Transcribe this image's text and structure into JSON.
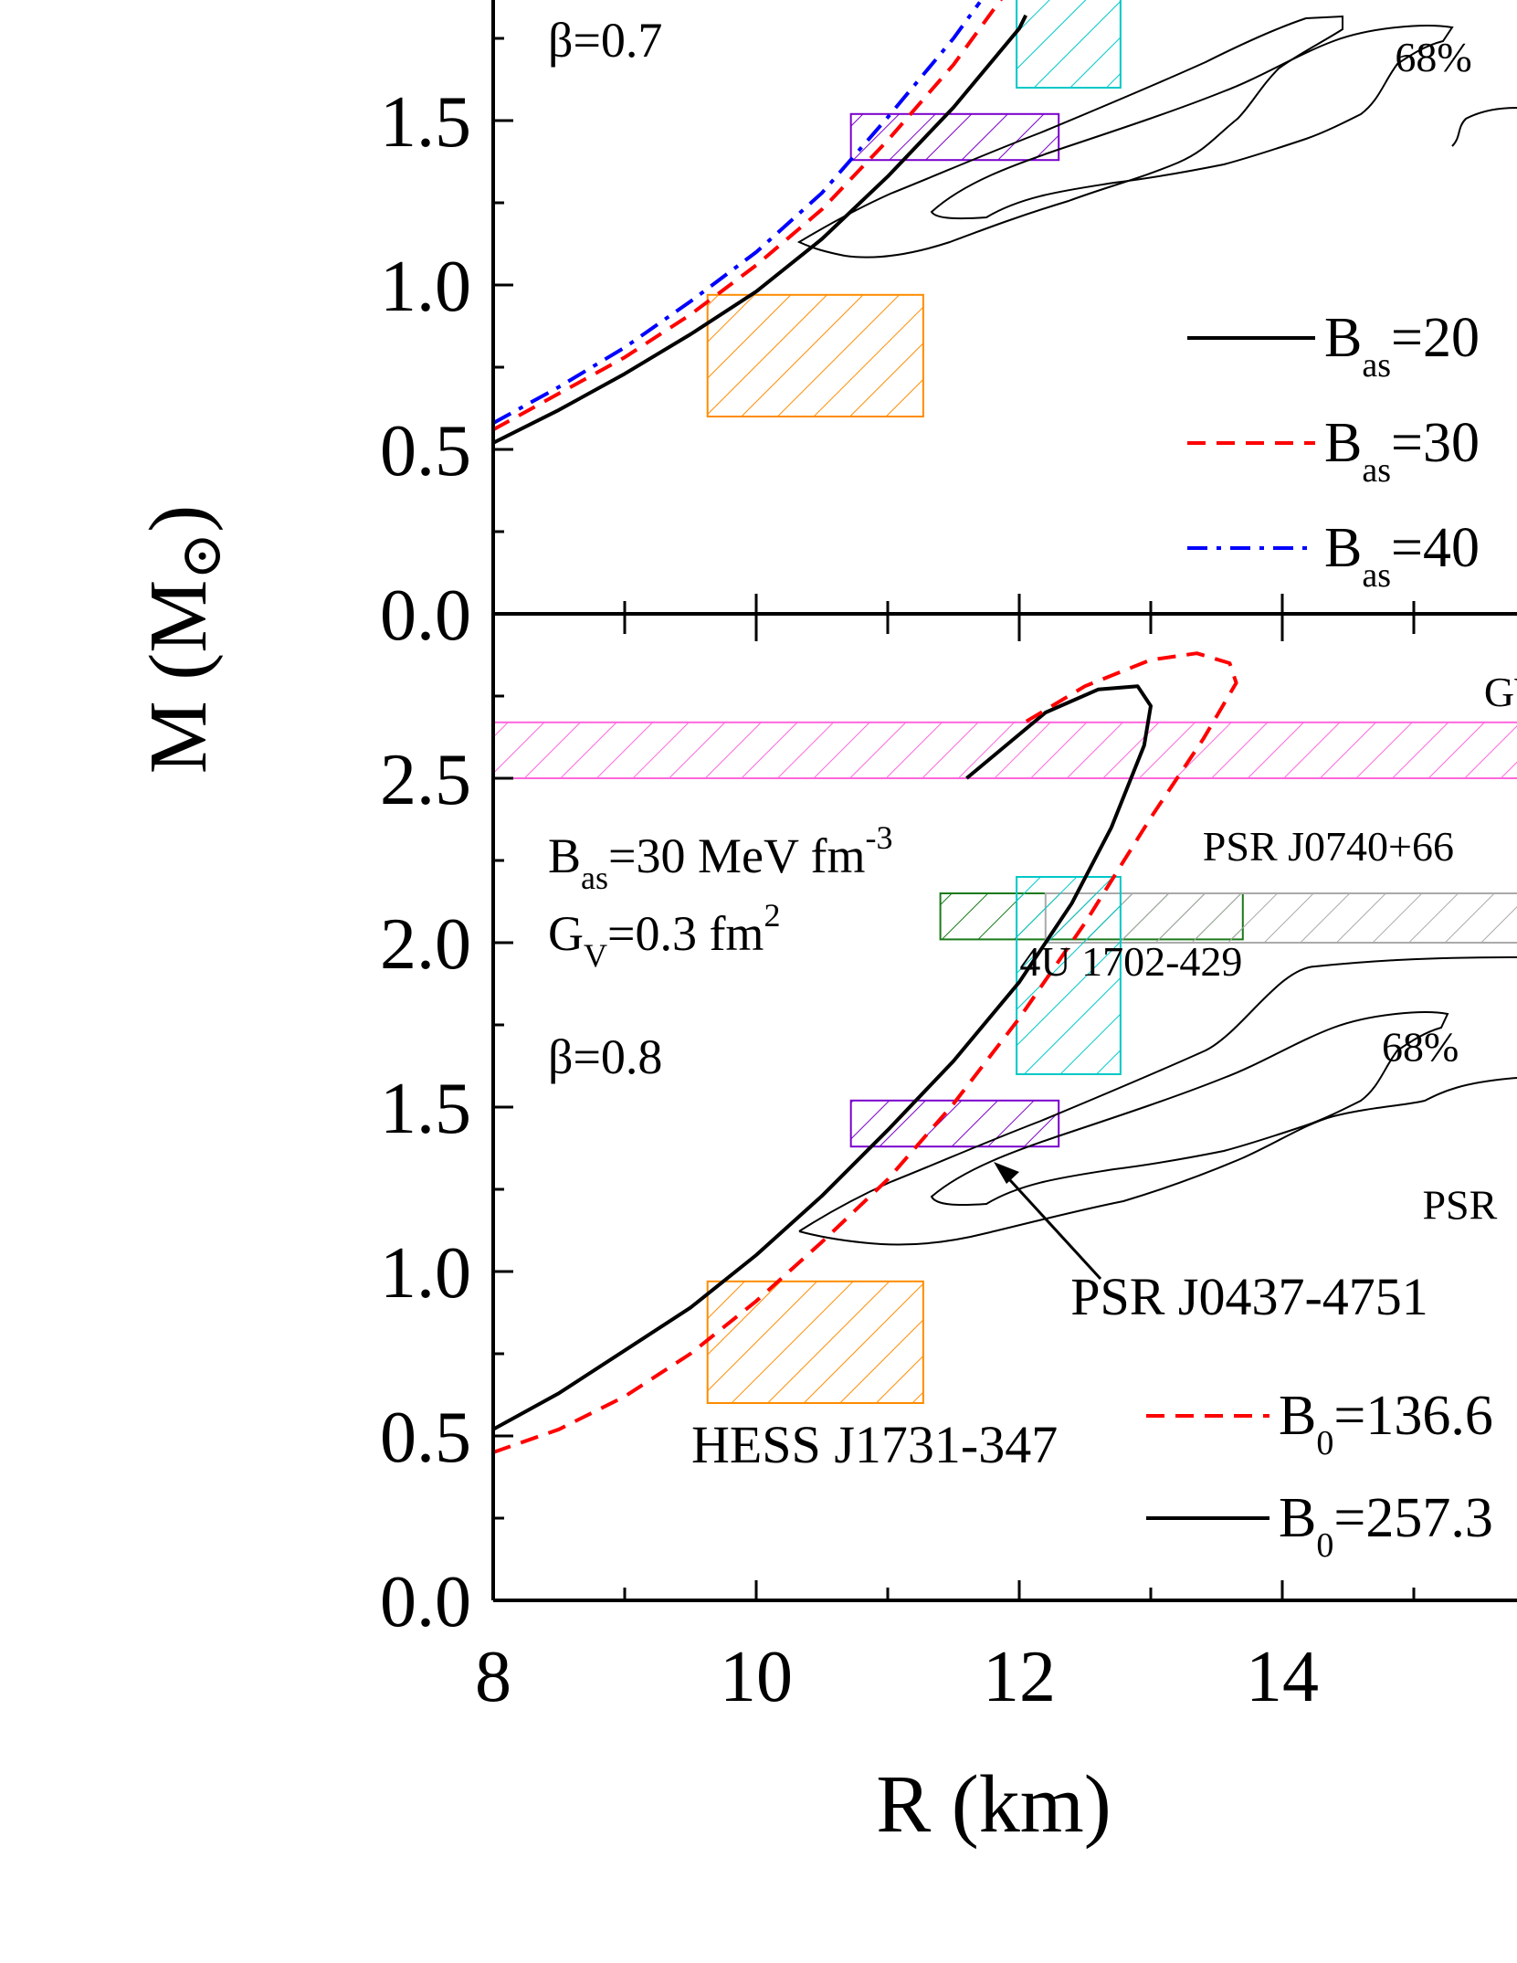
{
  "axes": {
    "x_label": "R (km)",
    "y_label_main": "M (M",
    "y_label_sub": "⊙",
    "y_label_close": ")"
  },
  "chart_data": [
    {
      "type": "line",
      "panel": "top",
      "xlim": [
        8,
        16
      ],
      "ylim": [
        0,
        1.9
      ],
      "x_ticks": [
        "8",
        "10",
        "12",
        "14"
      ],
      "y_ticks": [
        "0.0",
        "0.5",
        "1.0",
        "1.5"
      ],
      "params_text": [
        {
          "text": "β=0.7"
        }
      ],
      "legend": [
        {
          "main": "B",
          "sub": "as",
          "tail": "=20",
          "color": "#000000",
          "dash": "solid"
        },
        {
          "main": "B",
          "sub": "as",
          "tail": "=30",
          "color": "#ff0000",
          "dash": "dash"
        },
        {
          "main": "B",
          "sub": "as",
          "tail": "=40",
          "color": "#0000ff",
          "dash": "dashdot"
        }
      ],
      "series": [
        {
          "color": "#000000",
          "dash": "solid",
          "x": [
            8.0,
            8.5,
            9.0,
            9.5,
            10.0,
            10.5,
            11.0,
            11.5,
            12.0,
            12.05
          ],
          "y": [
            0.52,
            0.62,
            0.73,
            0.85,
            0.98,
            1.14,
            1.33,
            1.54,
            1.78,
            1.82
          ]
        },
        {
          "color": "#ff0000",
          "dash": "dash",
          "x": [
            8.0,
            8.5,
            9.0,
            9.5,
            10.0,
            10.5,
            11.0,
            11.5,
            11.9
          ],
          "y": [
            0.56,
            0.67,
            0.78,
            0.91,
            1.06,
            1.23,
            1.44,
            1.67,
            1.89
          ]
        },
        {
          "color": "#0000ff",
          "dash": "dashdot",
          "x": [
            8.0,
            8.5,
            9.0,
            9.5,
            10.0,
            10.5,
            11.0,
            11.5,
            11.7
          ],
          "y": [
            0.58,
            0.69,
            0.81,
            0.95,
            1.1,
            1.28,
            1.51,
            1.75,
            1.86
          ]
        }
      ],
      "regions": [
        {
          "x": [
            9.63,
            11.27
          ],
          "y": [
            0.6,
            0.97
          ],
          "color": "#ff8c00"
        },
        {
          "x": [
            10.72,
            12.3
          ],
          "y": [
            1.38,
            1.52
          ],
          "color": "#7a00cc"
        },
        {
          "x": [
            11.98,
            12.77
          ],
          "y": [
            1.6,
            2.0
          ],
          "color": "#00c8c8"
        }
      ],
      "contour_labels": [
        {
          "text": "68%",
          "x": 15.15,
          "y": 1.65
        }
      ]
    },
    {
      "type": "line",
      "panel": "bottom",
      "xlim": [
        8,
        16
      ],
      "ylim": [
        0,
        2.85
      ],
      "x_ticks": [
        "8",
        "10",
        "12",
        "14"
      ],
      "y_ticks": [
        "0.0",
        "0.5",
        "1.0",
        "1.5",
        "2.0",
        "2.5"
      ],
      "params_text": [
        {
          "main": "B",
          "sub": "as",
          "tail": "=30 MeV fm",
          "sup": "-3"
        },
        {
          "main": "G",
          "sub": "V",
          "tail": "=0.3 fm",
          "sup": "2"
        },
        {
          "main": "β=0.8"
        }
      ],
      "legend": [
        {
          "main": "B",
          "sub": "0",
          "tail": "=136.6",
          "color": "#ff0000",
          "dash": "dash"
        },
        {
          "main": "B",
          "sub": "0",
          "tail": "=257.3",
          "color": "#000000",
          "dash": "solid"
        }
      ],
      "series": [
        {
          "color": "#000000",
          "dash": "solid",
          "x": [
            8.0,
            8.5,
            9.0,
            9.5,
            10.0,
            10.5,
            11.0,
            11.5,
            12.0,
            12.4,
            12.7,
            12.95,
            13.0,
            12.9,
            12.6,
            12.2,
            11.9,
            11.6
          ],
          "y": [
            0.52,
            0.63,
            0.76,
            0.89,
            1.05,
            1.23,
            1.43,
            1.64,
            1.88,
            2.12,
            2.35,
            2.6,
            2.72,
            2.78,
            2.77,
            2.7,
            2.6,
            2.5
          ]
        },
        {
          "color": "#ff0000",
          "dash": "dash",
          "x": [
            8.0,
            8.5,
            9.0,
            9.5,
            10.0,
            10.5,
            11.0,
            11.5,
            12.0,
            12.5,
            13.0,
            13.4,
            13.65,
            13.6,
            13.35,
            13.0,
            12.5,
            12.0
          ],
          "y": [
            0.45,
            0.52,
            0.62,
            0.75,
            0.91,
            1.09,
            1.28,
            1.51,
            1.77,
            2.06,
            2.38,
            2.62,
            2.79,
            2.85,
            2.88,
            2.86,
            2.78,
            2.66
          ]
        }
      ],
      "regions": [
        {
          "x": [
            8.0,
            16.0
          ],
          "y": [
            2.5,
            2.67
          ],
          "color": "#ff66dd"
        },
        {
          "x": [
            11.4,
            13.7
          ],
          "y": [
            2.01,
            2.15
          ],
          "color": "#1a7a1a"
        },
        {
          "x": [
            12.2,
            16.0
          ],
          "y": [
            2.0,
            2.15
          ],
          "color": "#aaaaaa"
        },
        {
          "x": [
            11.98,
            12.77
          ],
          "y": [
            1.6,
            2.2
          ],
          "color": "#00c8c8"
        },
        {
          "x": [
            10.72,
            12.3
          ],
          "y": [
            1.38,
            1.52
          ],
          "color": "#7a00cc"
        },
        {
          "x": [
            9.63,
            11.27
          ],
          "y": [
            0.6,
            0.97
          ],
          "color": "#ff8c00"
        }
      ],
      "labels": [
        {
          "text": "GW",
          "x": 15.8,
          "y": 2.72
        },
        {
          "text": "PSR J0740+66",
          "x": 14.35,
          "y": 2.25
        },
        {
          "text": "4U 1702-429",
          "x": 12.85,
          "y": 1.9
        },
        {
          "text": "68%",
          "x": 15.05,
          "y": 1.64
        },
        {
          "text": "PSR",
          "x": 15.35,
          "y": 1.16
        },
        {
          "text": "PSR J0437-4751",
          "x": 13.75,
          "y": 0.87
        },
        {
          "text": "HESS J1731-347",
          "x": 10.9,
          "y": 0.42
        }
      ]
    }
  ]
}
